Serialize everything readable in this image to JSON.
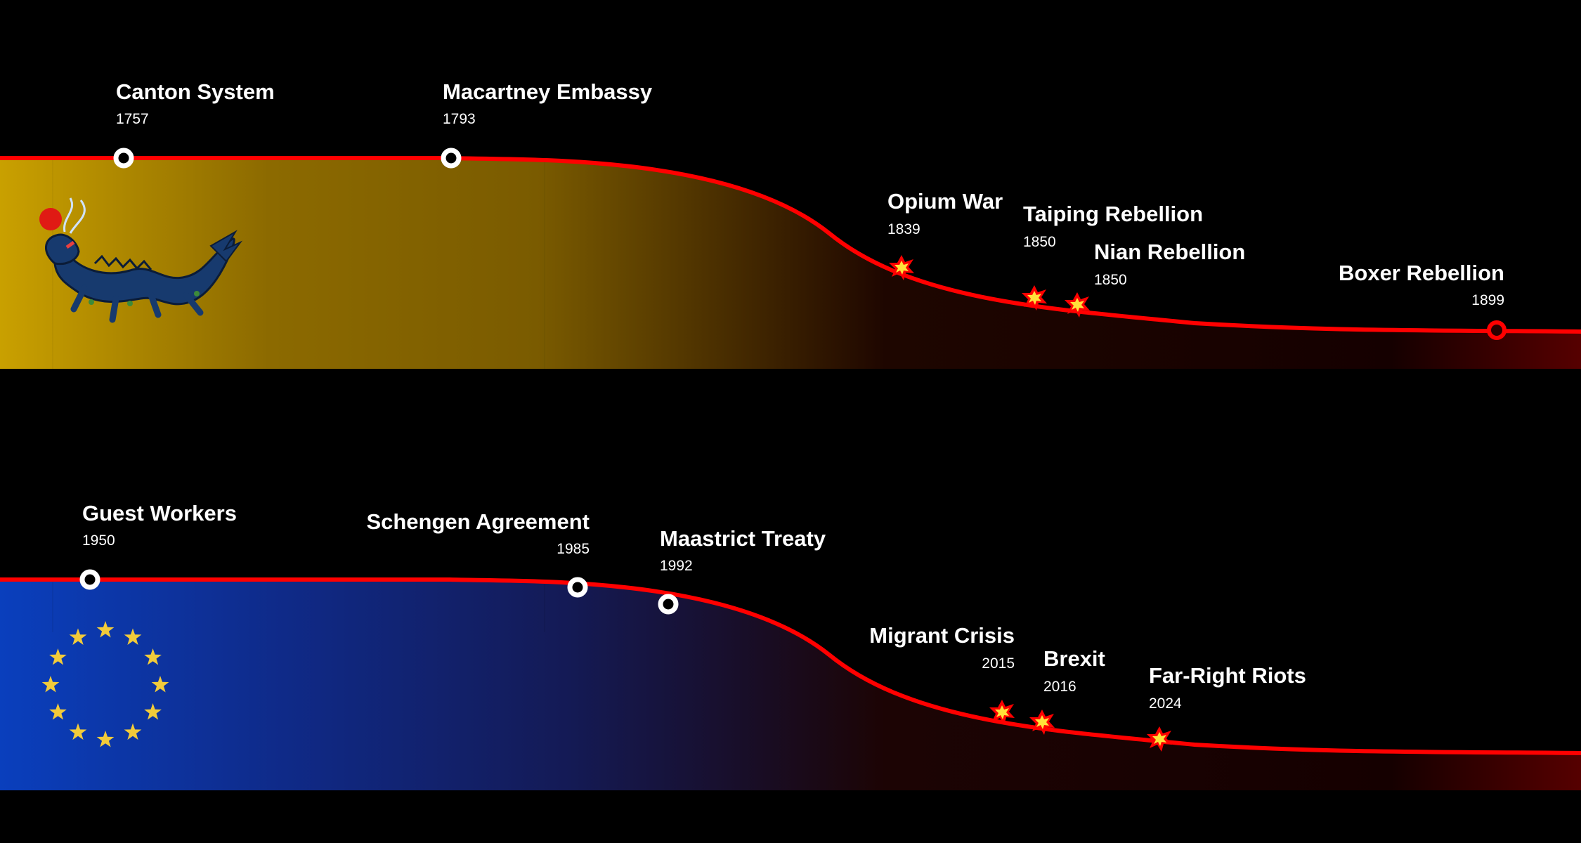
{
  "colors": {
    "background": "#000000",
    "line": "#ff0000",
    "qing_band": "#c9a000",
    "eu_band": "#0a3fbd",
    "fade_end": "#1c0000",
    "marker_fill": "#ffffff",
    "burst_fill": "#ffe13a",
    "star_yellow": "#f2cb3a"
  },
  "panels": [
    {
      "id": "qing",
      "emblem": "dragon-icon",
      "events": [
        {
          "title": "Canton System",
          "year": "1757",
          "marker": "circle",
          "label_side": "left"
        },
        {
          "title": "Macartney Embassy",
          "year": "1793",
          "marker": "circle",
          "label_side": "left"
        },
        {
          "title": "Opium War",
          "year": "1839",
          "marker": "burst",
          "label_side": "left"
        },
        {
          "title": "Taiping Rebellion",
          "year": "1850",
          "marker": "burst",
          "label_side": "left"
        },
        {
          "title": "Nian Rebellion",
          "year": "1850",
          "marker": "burst",
          "label_side": "left"
        },
        {
          "title": "Boxer Rebellion",
          "year": "1899",
          "marker": "circle-dark",
          "label_side": "right"
        }
      ]
    },
    {
      "id": "eu",
      "emblem": "eu-stars-icon",
      "events": [
        {
          "title": "Guest Workers",
          "year": "1950",
          "marker": "circle",
          "label_side": "left"
        },
        {
          "title": "Schengen Agreement",
          "year": "1985",
          "marker": "circle",
          "label_side": "right"
        },
        {
          "title": "Maastrict Treaty",
          "year": "1992",
          "marker": "circle",
          "label_side": "left"
        },
        {
          "title": "Migrant Crisis",
          "year": "2015",
          "marker": "burst",
          "label_side": "right"
        },
        {
          "title": "Brexit",
          "year": "2016",
          "marker": "burst",
          "label_side": "left"
        },
        {
          "title": "Far-Right Riots",
          "year": "2024",
          "marker": "burst",
          "label_side": "left"
        }
      ]
    }
  ]
}
